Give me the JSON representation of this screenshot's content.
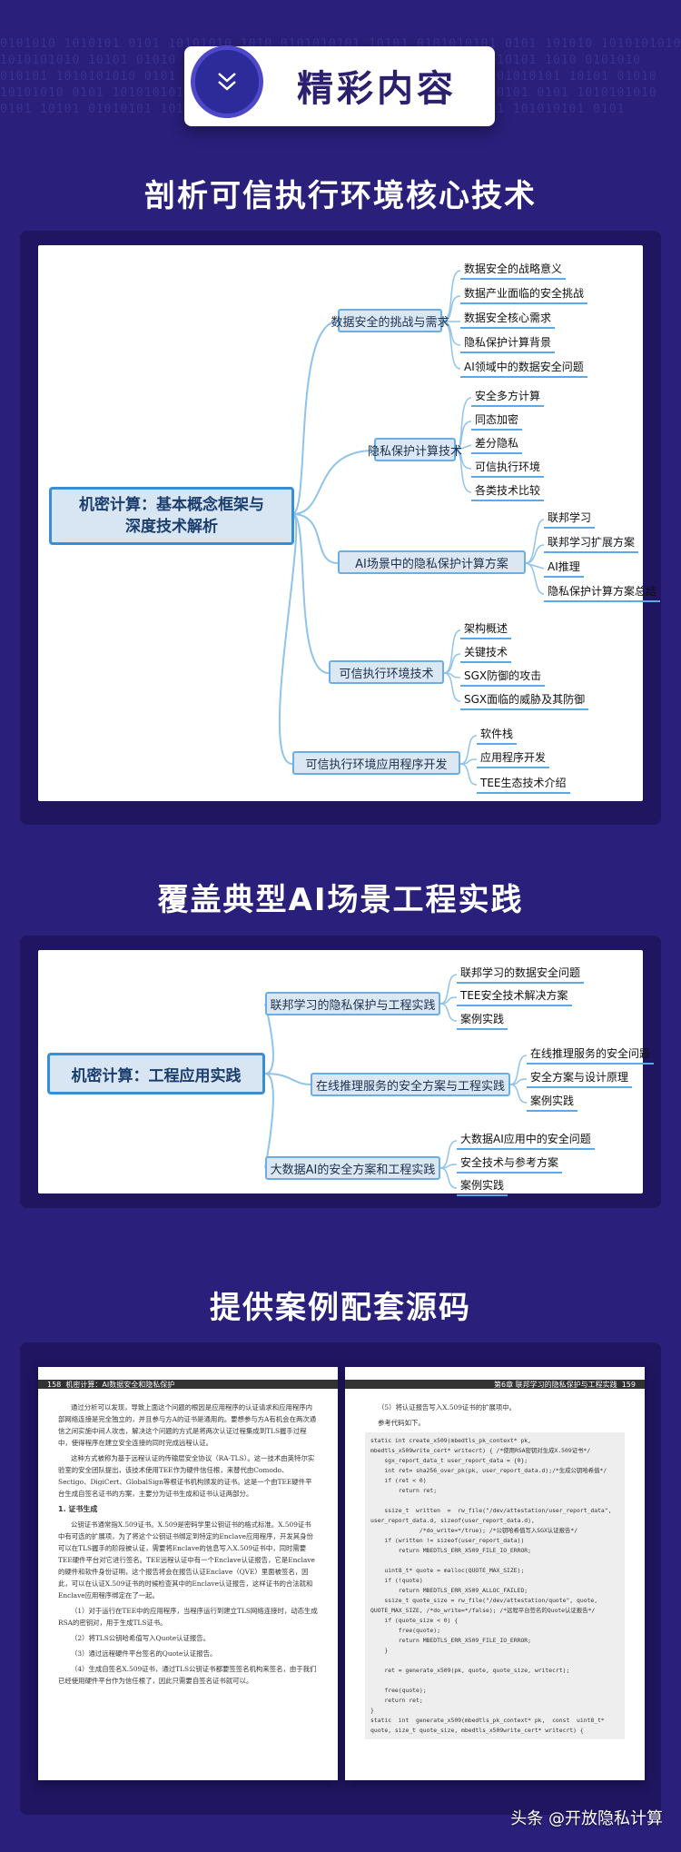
{
  "header": {
    "title": "精彩内容"
  },
  "sections": [
    {
      "title": "剖析可信执行环境核心技术"
    },
    {
      "title": "覆盖典型AI场景工程实践"
    },
    {
      "title": "提供案例配套源码"
    }
  ],
  "mindmap1": {
    "root": "机密计算：基本概念框架与深度技术解析",
    "root_line1": "机密计算：基本概念框架与",
    "root_line2": "深度技术解析",
    "branches": [
      {
        "label": "数据安全的挑战与需求",
        "leaves": [
          "数据安全的战略意义",
          "数据产业面临的安全挑战",
          "数据安全核心需求",
          "隐私保护计算背景",
          "AI领域中的数据安全问题"
        ]
      },
      {
        "label": "隐私保护计算技术",
        "leaves": [
          "安全多方计算",
          "同态加密",
          "差分隐私",
          "可信执行环境",
          "各类技术比较"
        ]
      },
      {
        "label": "AI场景中的隐私保护计算方案",
        "leaves": [
          "联邦学习",
          "联邦学习扩展方案",
          "AI推理",
          "隐私保护计算方案总结"
        ]
      },
      {
        "label": "可信执行环境技术",
        "leaves": [
          "架构概述",
          "关键技术",
          "SGX防御的攻击",
          "SGX面临的威胁及其防御"
        ]
      },
      {
        "label": "可信执行环境应用程序开发",
        "leaves": [
          "软件栈",
          "应用程序开发",
          "TEE生态技术介绍"
        ]
      }
    ]
  },
  "mindmap2": {
    "root": "机密计算：工程应用实践",
    "branches": [
      {
        "label": "联邦学习的隐私保护与工程实践",
        "leaves": [
          "联邦学习的数据安全问题",
          "TEE安全技术解决方案",
          "案例实践"
        ]
      },
      {
        "label": "在线推理服务的安全方案与工程实践",
        "leaves": [
          "在线推理服务的安全问题",
          "安全方案与设计原理",
          "案例实践"
        ]
      },
      {
        "label": "大数据AI的安全方案和工程实践",
        "leaves": [
          "大数据AI应用中的安全问题",
          "安全技术与参考方案",
          "案例实践"
        ]
      }
    ]
  },
  "book_left": {
    "page_no": "158",
    "header": "机密计算：AI数据安全和隐私保护",
    "paragraphs": [
      "通过分析可以发现，导致上面这个问题的根因是应用程序的认证请求和应用程序内部网络连接是完全独立的，并且参与方A的证书是通用的。要想参与方A有机会在两次通信之间实施中间人攻击，解决这个问题的方式是将两次认证过程集成到TLS握手过程中，使得程序在建立安全连接的同时完成远程认证。",
      "这种方式被称为基于远程认证的传输层安全协议（RA-TLS）。这一技术由英特尔实验室的安全团队提出，该技术使用TEE作为硬件信任根，来替代由Comodo、Sectigo、DigiCert、GlobalSign等根证书机构颁发的证书。这是一个由TEE硬件平台生成自签名证书的方案，主要分为证书生成和证书认证两部分。",
      "公钥证书通常指X.509证书。X.509是密码学里公钥证书的格式标准。X.509证书中有可选的扩展项，为了将这个公钥证书绑定到特定的Enclave应用程序，开发其身份可以在TLS握手的阶段被认证，需要将Enclave的信息写入X.509证书中，同时需要TEE硬件平台对它进行签名。TEE远程认证中有一个Enclave认证报告，它是Enclave的硬件和软件身份证明，这个报告将会在报告认证Enclave（QVE）里面被签名，因此，可以在认证X.509证书的时候检查其中的Enclave认证报告，这样证书的合法就和Enclave应用程序绑定在了一起。",
      "（1）对于运行在TEE中的应用程序，当程序运行到建立TLS网络连接时，动态生成RSA的密钥对，用于生成TLS证书。",
      "（2）将TLS公钥哈希值写入Quote认证报告。",
      "（3）通过远程硬件平台签名的Quote认证报告。",
      "（4）生成自签名X.509证书，通过TLS公钥证书都要签签名机构来签名，由于我们已经使用硬件平台作为信任根了，因此只需要自签名证书就可以。"
    ],
    "subheading": "1. 证书生成"
  },
  "book_right": {
    "page_no": "159",
    "header": "第6章  联邦学习的隐私保护与工程实践",
    "intro": "（5）将认证报告写入X.509证书的扩展项中。",
    "code_label": "参考代码如下。",
    "code": "static int create_x509(mbedtls_pk_context* pk,\nmbedtls_x509write_cert* writecrt) { /*使用RSA密钥对生成X.509证书*/\n    sgx_report_data_t user_report_data = {0};\n    int ret= sha256_over_pk(pk, user_report_data.d);/*生成公钥哈希值*/\n    if (ret < 0)\n        return ret;\n\n    ssize_t  written  =  rw_file(\"/dev/attestation/user_report_data\",\nuser_report_data.d, sizeof(user_report_data.d),\n              /*do_write=*/true); /*公钥哈希值写入SGX认证报告*/\n    if (written != sizeof(user_report_data))\n        return MBEDTLS_ERR_X509_FILE_IO_ERROR;\n\n    uint8_t* quote = malloc(QUOTE_MAX_SIZE);\n    if (!quote)\n        return MBEDTLS_ERR_X509_ALLOC_FAILED;\n    ssize_t quote_size = rw_file(\"/dev/attestation/quote\", quote,\nQUOTE_MAX_SIZE, /*do_write=*/false); /*远程平台签名的Quote认证报告*/\n    if (quote_size < 0) {\n        free(quote);\n        return MBEDTLS_ERR_X509_FILE_IO_ERROR;\n    }\n\n    ret = generate_x509(pk, quote, quote_size, writecrt);\n\n    free(quote);\n    return ret;\n}\nstatic  int  generate_x509(mbedtls_pk_context* pk,  const  uint8_t*\nquote, size_t quote_size, mbedtls_x509write_cert* writecrt) {"
  },
  "watermark": "头条 @开放隐私计算",
  "colors": {
    "background": "#2a1f7a",
    "panel": "#1f1560",
    "accent": "#3a8fd4",
    "node": "#dbe8f4"
  }
}
